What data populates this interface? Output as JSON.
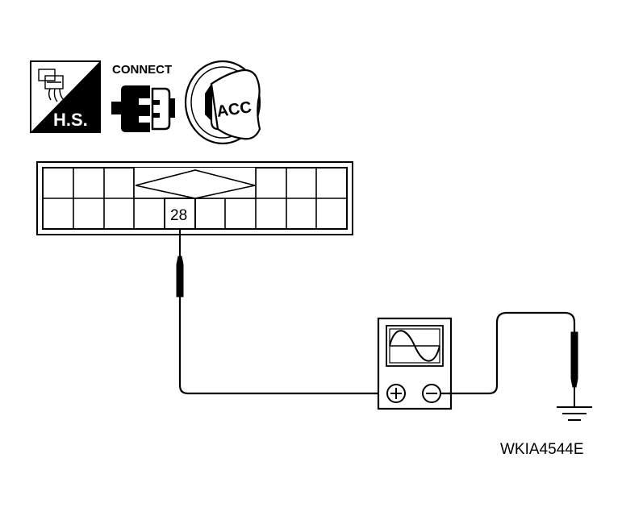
{
  "icons": {
    "harness_side": {
      "label": "H.S."
    },
    "connect": {
      "label": "CONNECT"
    },
    "ignition": {
      "label": "ACC"
    }
  },
  "connector": {
    "pin_label": "28"
  },
  "oscilloscope": {
    "positive_symbol": "+",
    "negative_symbol": "−"
  },
  "figure_code": "WKIA4544E"
}
